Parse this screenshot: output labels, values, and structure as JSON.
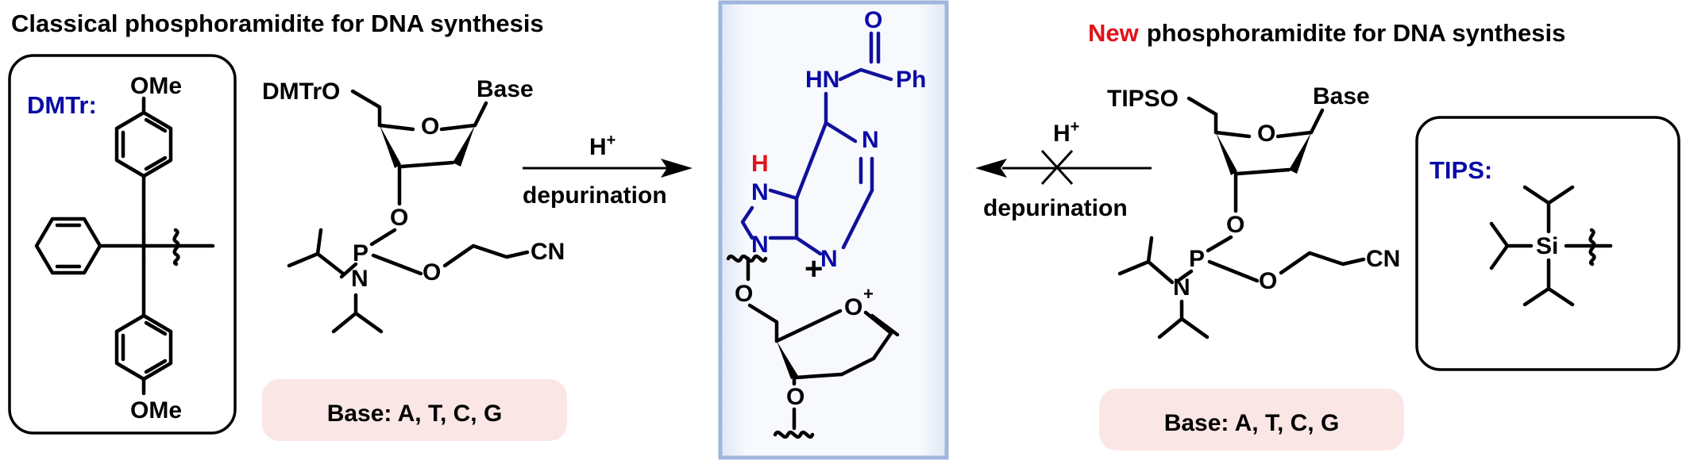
{
  "left": {
    "title": "Classical phosphoramidite for DNA synthesis",
    "protecting_group_label": "DMTr:",
    "ome_top": "OMe",
    "ome_bottom": "OMe",
    "dmtro": "DMTrO",
    "base": "Base",
    "ring_o": "O",
    "o3": "O",
    "p": "P",
    "n": "N",
    "o_ce": "O",
    "cn": "CN",
    "base_box": "Base: A, T, C, G"
  },
  "arrow_left": {
    "reagent": "H",
    "reagent_sup": "+",
    "process": "depurination"
  },
  "center": {
    "o_carbonyl": "O",
    "hn": "HN",
    "ph": "Ph",
    "h_red": "H",
    "n7": "N",
    "n1": "N",
    "n9": "N",
    "n3": "N",
    "plus": "+",
    "o5": "O",
    "oxo_o": "O",
    "oxo_charge": "+",
    "o3": "O"
  },
  "arrow_right": {
    "reagent": "H",
    "reagent_sup": "+",
    "process": "depurination"
  },
  "right": {
    "title_new": "New",
    "title_rest": "phosphoramidite for DNA synthesis",
    "tipso": "TIPSO",
    "base": "Base",
    "ring_o": "O",
    "o3": "O",
    "p": "P",
    "n": "N",
    "o_ce": "O",
    "cn": "CN",
    "protecting_group_label": "TIPS:",
    "si": "Si",
    "base_box": "Base: A, T, C, G"
  },
  "colors": {
    "blue": "#0a0aa6",
    "red": "#e0141a",
    "pink_box": "#fbe6e6",
    "center_bg": "#f0f3fa",
    "center_border": "#9fb6dd"
  }
}
